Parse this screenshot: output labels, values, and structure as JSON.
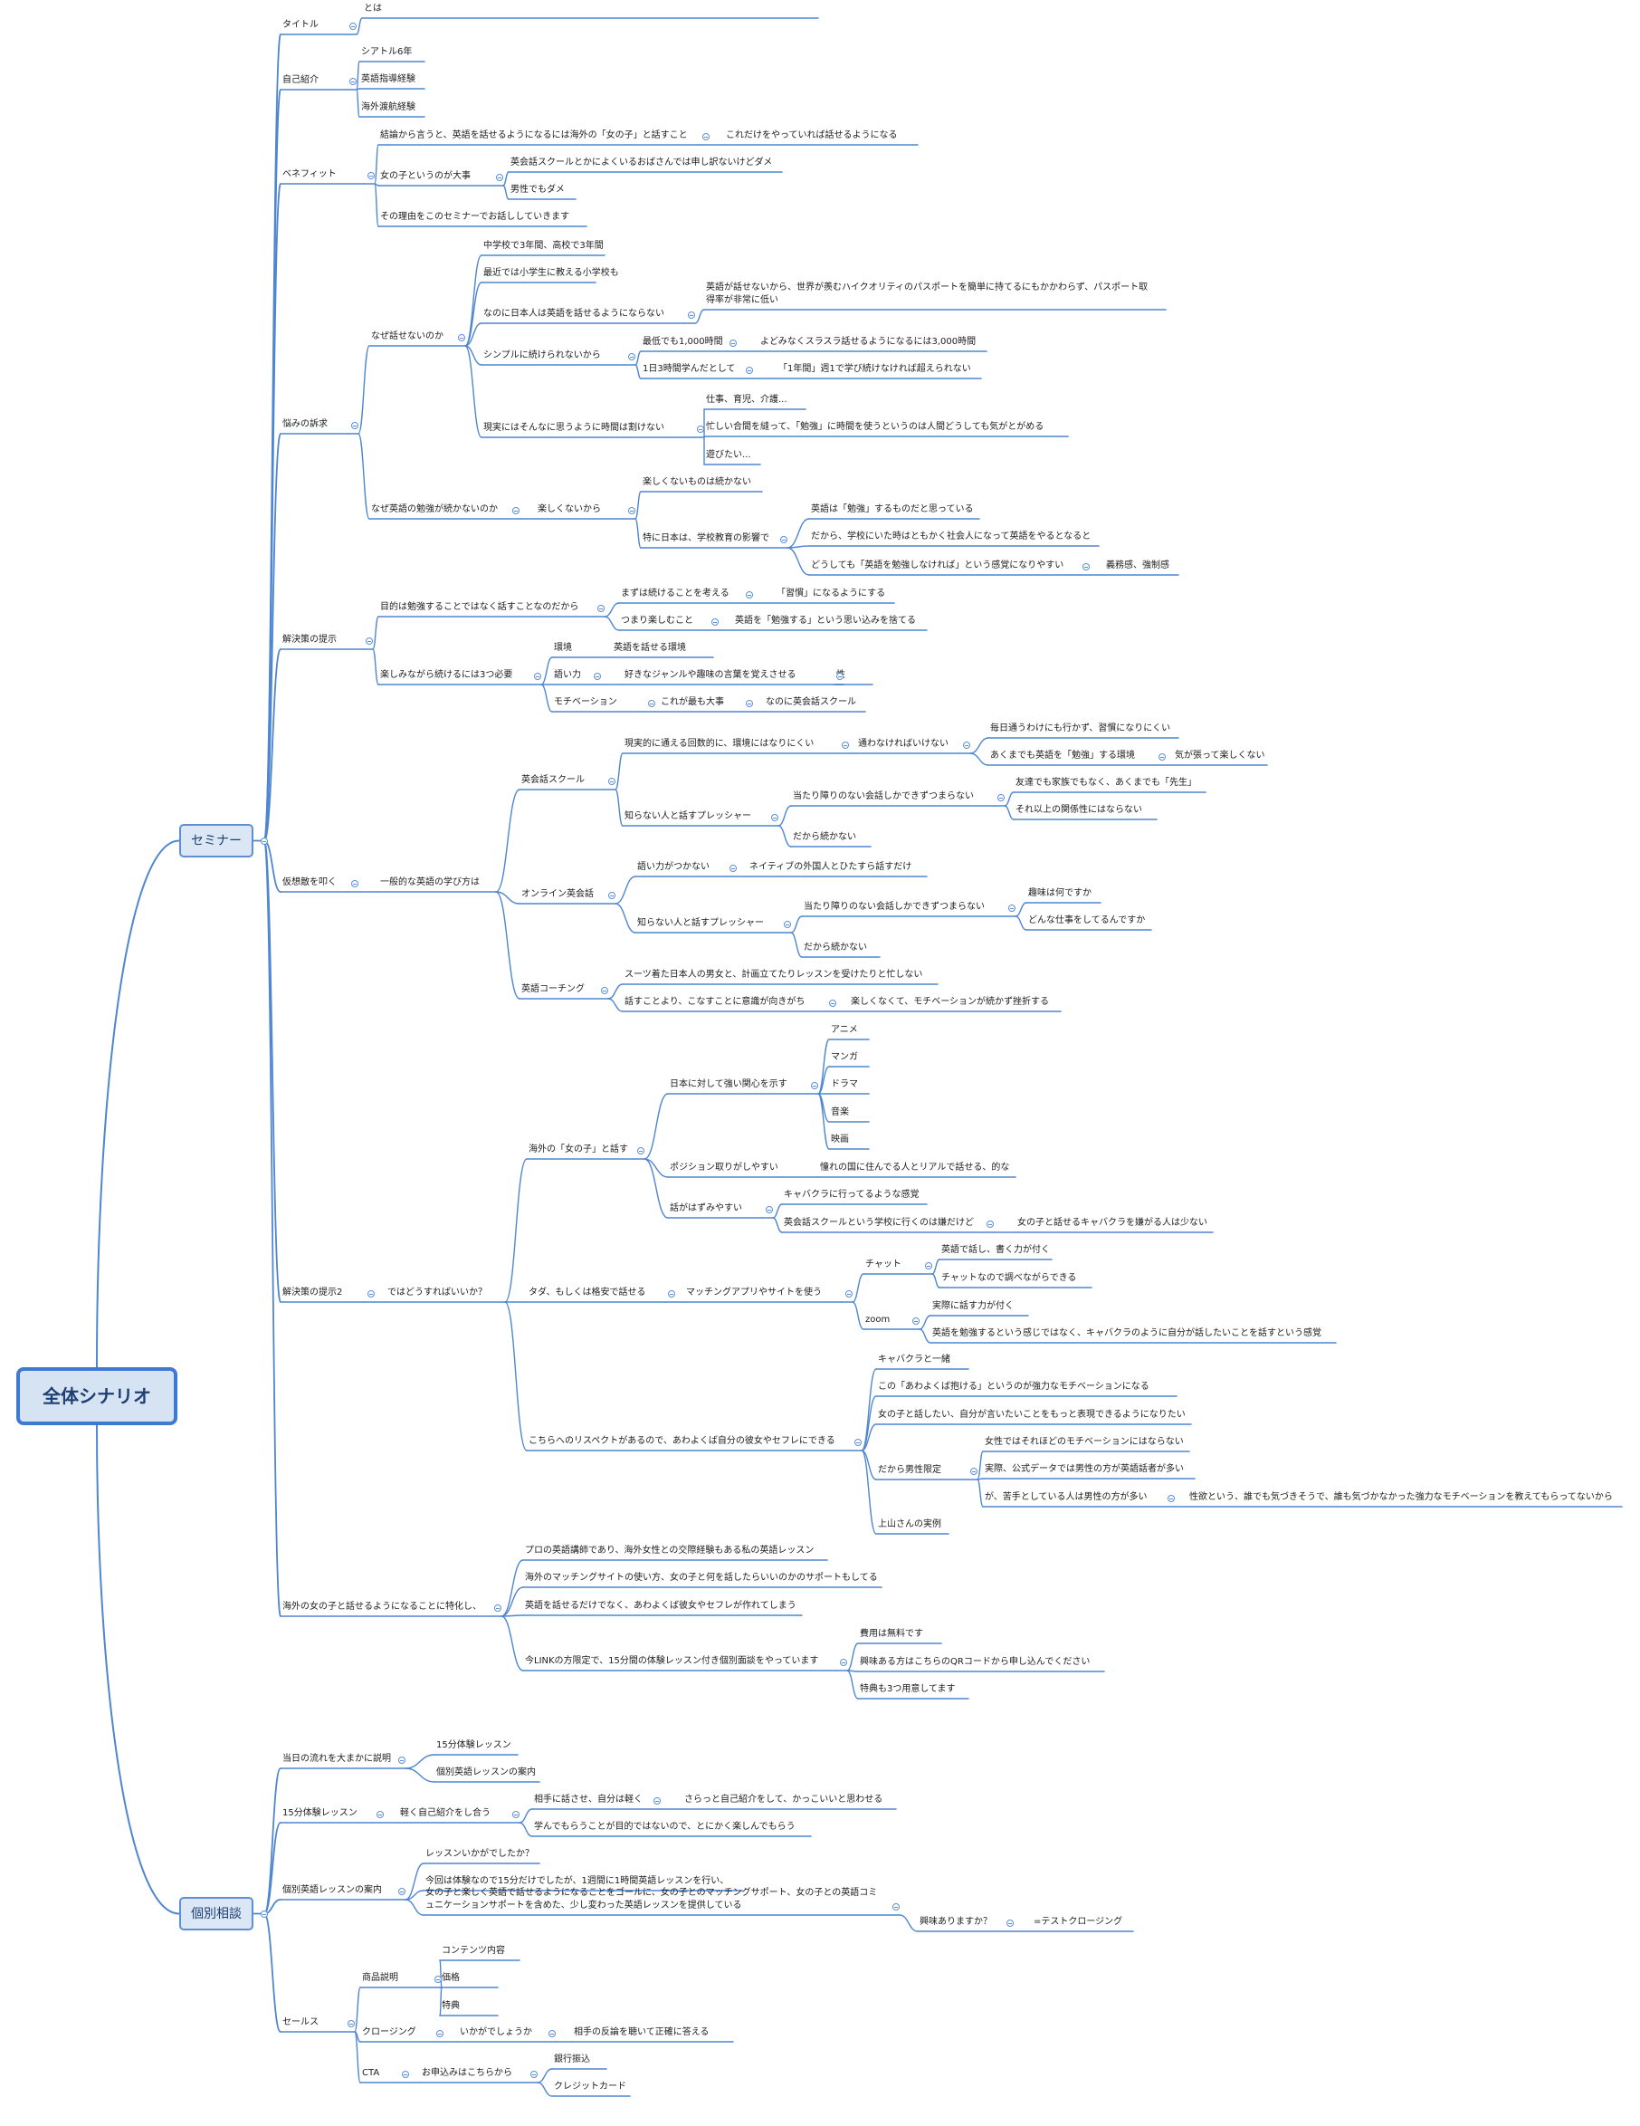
{
  "colors": {
    "line": "#4f86d1",
    "root_fill": "#d6e3f3",
    "root_border": "#3f7ad2",
    "text": "#1c1c1c"
  },
  "mindmap": {
    "root": {
      "label": "全体シナリオ"
    },
    "seminar": {
      "label": "セミナー",
      "title": {
        "label": "タイトル",
        "text": "【男性限定】英語が話せると世界が変わる 英語で話すのが楽しくて仕方なくなる、継続しやすい英会話の方法とは"
      },
      "intro": {
        "label": "自己紹介",
        "items": [
          "シアトル6年",
          "英語指導経験",
          "海外渡航経験"
        ]
      },
      "benefit": {
        "label": "ベネフィット",
        "conclusion": "結論から言うと、英語を話せるようになるには海外の「女の子」と話すこと",
        "conclusion_detail": "これだけをやっていれば話せるようになる",
        "girl": "女の子というのが大事",
        "girl_items": [
          "英会話スクールとかによくいるおばさんでは申し訳ないけどダメ",
          "男性でもダメ"
        ],
        "reason": "その理由をこのセミナーでお話ししていきます"
      },
      "pain": {
        "label": "悩みの訴求",
        "why_cant": "なぜ話せないのか",
        "school": "中学校で3年間、高校で3年間",
        "elementary": "最近では小学生に教える小学校も",
        "why_japan": "なのに日本人は英語を話せるようにならない",
        "passport": "英語が話せないから、世界が羨むハイクオリティのパスポートを簡単に持てるにもかかわらず、パスポート取得率が非常に低い",
        "simple": "シンプルに続けられないから",
        "min_hours": "最低でも1,000時間",
        "smooth_hours": "よどみなくスラスラ話せるようになるには3,000時間",
        "three_hours": "1日3時間学んだとして",
        "one_year": "「1年間」週1で学び続けなければ超えられない",
        "reality": "現実にはそんなに思うように時間は割けない",
        "work": "仕事、育児、介護...",
        "busy": "忙しい合間を縫って、「勉強」に時間を使うというのは人間どうしても気がとがめる",
        "play": "遊びたい...",
        "why_not_continue": "なぜ英語の勉強が続かないのか",
        "not_fun": "楽しくないから",
        "not_fun_last": "楽しくないものは続かない",
        "education": "特に日本は、学校教育の影響で",
        "study_think": "英語は「勉強」するものだと思っている",
        "society": "だから、学校にいた時はともかく社会人になって英語をやるとなると",
        "must_study": "どうしても「英語を勉強しなければ」という感覚になりやすい",
        "obligation": "義務感、強制感"
      },
      "solution": {
        "label": "解決策の提示",
        "purpose": "目的は勉強することではなく話すことなのだから",
        "continue_first": "まずは続けることを考える",
        "habit": "「習慣」になるようにする",
        "enjoy": "つまり楽しむこと",
        "discard": "英語を「勉強する」という思い込みを捨てる",
        "three": "楽しみながら続けるには3つ必要",
        "env": "環境",
        "env_detail": "英語を話せる環境",
        "talk_power": "語い力",
        "talk_detail": "好きなジャンルや趣味の言葉を覚えさせる",
        "sex": "性",
        "motivation": "モチベーション",
        "most_important": "これが最も大事",
        "why_school": "なのに英会話スクール"
      },
      "enemy": {
        "label": "仮想敵を叩く",
        "general": "一般的な英語の学び方は",
        "school": "英会話スクール",
        "realistic": "現実的に通える回数的に、環境にはなりにくい",
        "must_go": "通わなければいけない",
        "not_go": "毎日通うわけにも行かず、習慣になりにくい",
        "study_env": "あくまでも英語を「勉強」する環境",
        "tired": "気が張って楽しくない",
        "pressure": "知らない人と話すプレッシャー",
        "safe_talk": "当たり障りのない会話しかできずつまらない",
        "not_friend": "友達でも家族でもなく、あくまでも「先生」",
        "no_relation": "それ以上の関係性にはならない",
        "so_not_continue": "だから続かない",
        "online": "オンライン英会話",
        "no_vocab": "語い力がつかない",
        "native": "ネイティブの外国人とひたすら話すだけ",
        "pressure2": "知らない人と話すプレッシャー",
        "safe_talk2": "当たり障りのない会話しかできずつまらない",
        "hobby": "趣味は何ですか",
        "job": "どんな仕事をしてるんですか",
        "so_not_continue2": "だから続かない",
        "coaching": "英語コーチング",
        "suit": "スーツ着た日本人の男女と、計画立てたりレッスンを受けたりと忙しない",
        "focus": "話すことより、こなすことに意識が向きがち",
        "frustrate": "楽しくなくて、モチベーションが続かず挫折する"
      },
      "solution2": {
        "label": "解決策の提示2",
        "what": "ではどうすればいいか？",
        "overseas": "海外の「女の子」と話す",
        "interest": "日本に対して強い関心を示す",
        "genres": [
          "アニメ",
          "マンガ",
          "ドラマ",
          "音楽",
          "映画"
        ],
        "position": "ポジション取りがしやすい",
        "longing": "憧れの国に住んでる人とリアルで話せる、的な",
        "exciting": "話がはずみやすい",
        "cabaret": "キャバクラに行ってるような感覚",
        "school_vs": "英会話スクールという学校に行くのは嫌だけど",
        "few": "女の子と話せるキャバクラを嫌がる人は少ない",
        "free": "タダ、もしくは格安で話せる",
        "app": "マッチングアプリやサイトを使う",
        "chat": "チャット",
        "chat_write": "英語で話し、書く力が付く",
        "chat_search": "チャットなので調べながらできる",
        "zoom": "zoom",
        "zoom_real": "実際に話す力が付く",
        "zoom_feel": "英語を勉強するという感じではなく、キャバクラのように自分が話したいことを話すという感覚",
        "respect": "こちらへのリスペクトがあるので、あわよくば自分の彼女やセフレにできる",
        "same": "キャバクラと一緒",
        "strong": "この「あわよくば抱ける」というのが強力なモチベーションになる",
        "want": "女の子と話したい、自分が言いたいことをもっと表現できるようになりたい",
        "male_only": "だから男性限定",
        "female": "女性ではそれほどのモチベーションにはならない",
        "data": "実際、公式データでは男性の方が英語話者が多い",
        "weak": "が、苦手としている人は男性の方が多い",
        "libido": "性欲という、誰でも気づきそうで、誰も気づかなかった強力なモチベーションを教えてもらってないから",
        "example": "上山さんの実例"
      },
      "specialize": {
        "label": "海外の女の子と話せるようになることに特化し、",
        "pro": "プロの英語講師であり、海外女性との交際経験もある私の英語レッスン",
        "support": "海外のマッチングサイトの使い方、女の子と何を話したらいいのかのサポートもしてる",
        "more": "英語を話せるだけでなく、あわよくば彼女やセフレが作れてしまう",
        "link": "今LINKの方限定で、15分間の体験レッスン付き個別面談をやっています",
        "free": "費用は無料です",
        "qr": "興味ある方はこちらのQRコードから申し込んでください",
        "bonus": "特典も3つ用意してます"
      }
    },
    "consult": {
      "label": "個別相談",
      "flow": {
        "label": "当日の流れを大まかに説明",
        "items": [
          "15分体験レッスン",
          "個別英語レッスンの案内"
        ]
      },
      "trial": {
        "label": "15分体験レッスン",
        "intro": "軽く自己紹介をし合う",
        "let_talk": "相手に話させ、自分は軽く",
        "cool": "さらっと自己紹介をして、かっこいいと思わせる",
        "enjoy": "学んでもらうことが目的ではないので、とにかく楽しんでもらう"
      },
      "guide": {
        "label": "個別英語レッスンの案内",
        "how": "レッスンいかがでしたか？",
        "lesson": "今回は体験なので15分だけでしたが、1週間に1時間英語レッスンを行い、",
        "goal": "女の子と楽しく英語で話せるようになることをゴールに、女の子とのマッチングサポート、女の子との英語コミュニケーションサポートを含めた、少し変わった英語レッスンを提供している",
        "interest": "興味ありますか？",
        "test": "=テストクロージング"
      },
      "sales": {
        "label": "セールス",
        "product": "商品説明",
        "product_items": [
          "コンテンツ内容",
          "価格",
          "特典"
        ],
        "closing": "クロージング",
        "how": "いかがでしょうか",
        "answer": "相手の反論を聴いて正確に答える",
        "cta": "CTA",
        "apply": "お申込みはこちらから",
        "pay": [
          "銀行振込",
          "クレジットカード"
        ]
      }
    }
  }
}
